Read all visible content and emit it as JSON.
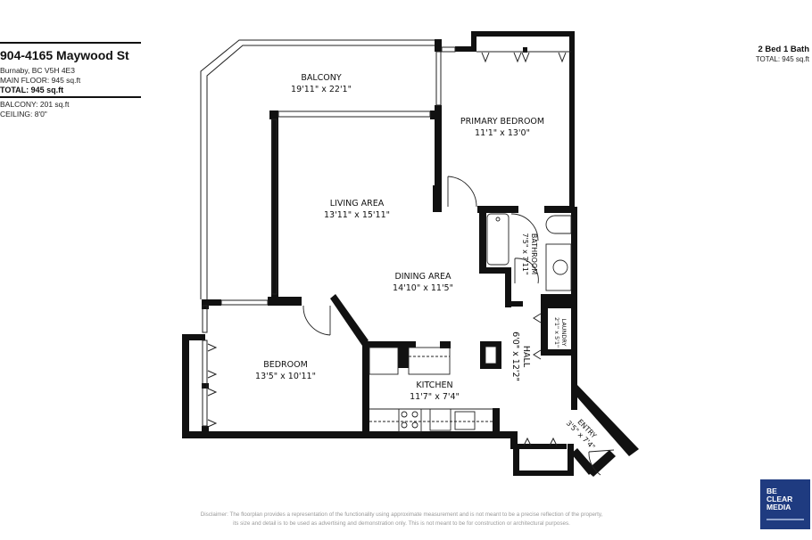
{
  "property": {
    "address": "904-4165 Maywood St",
    "city_line": "Burnaby, BC V5H 4E3",
    "main_floor": "MAIN FLOOR: 945 sq.ft",
    "total": "TOTAL: 945 sq.ft",
    "balcony": "BALCONY: 201 sq.ft",
    "ceiling": "CEILING: 8'0\""
  },
  "summary": {
    "beds_baths": "2 Bed 1 Bath",
    "total": "TOTAL: 945 sq.ft"
  },
  "rooms": [
    {
      "name": "BALCONY",
      "dims": "19'11\" x 22'1\""
    },
    {
      "name": "PRIMARY BEDROOM",
      "dims": "11'1\" x 13'0\""
    },
    {
      "name": "LIVING AREA",
      "dims": "13'11\" x 15'11\""
    },
    {
      "name": "BATHROOM",
      "dims": "7'5\" x 7'11\""
    },
    {
      "name": "DINING AREA",
      "dims": "14'10\" x 11'5\""
    },
    {
      "name": "LAUNDRY",
      "dims": "2'1\" x 5'1\""
    },
    {
      "name": "HALL",
      "dims": "6'0\" x 12'2\""
    },
    {
      "name": "BEDROOM",
      "dims": "13'5\" x 10'11\""
    },
    {
      "name": "KITCHEN",
      "dims": "11'7\" x 7'4\""
    },
    {
      "name": "ENTRY",
      "dims": "3'5\" x 7'4\""
    }
  ],
  "disclaimer": {
    "line1": "Disclaimer: The floorplan provides a representation of the functionality using approximate measurement and is not meant to be a precise reflection of the property,",
    "line2": "its size and detail is to be used as advertising and demonstration only. This is not meant to be for construction or architectural purposes."
  },
  "logo": {
    "line1": "BE",
    "line2": "CLEAR",
    "line3": "MEDIA",
    "color": "#1f3b80"
  }
}
